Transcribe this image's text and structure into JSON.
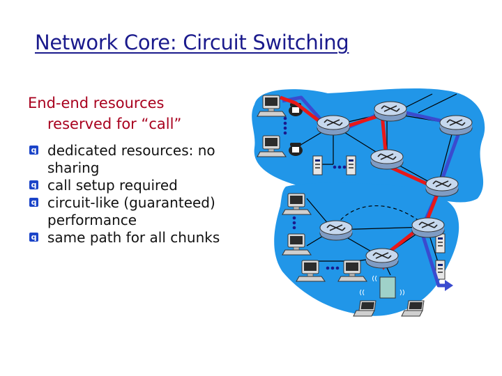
{
  "slide": {
    "title": "Network Core: Circuit Switching",
    "intro_line1": "End-end resources",
    "intro_line2": "reserved for “call”",
    "bullets": [
      {
        "line1": "dedicated resources: no",
        "line2": "sharing"
      },
      {
        "line1": "call setup required",
        "line2": ""
      },
      {
        "line1": "circuit-like (guaranteed)",
        "line2": "performance"
      },
      {
        "line1": "same path for all chunks",
        "line2": ""
      }
    ],
    "bullet_icon": "q-bullet-icon"
  },
  "diagram": {
    "colors": {
      "network_cloud": "#2196e8",
      "router": "#a9c4e4",
      "circuit_path_red": "#e81818",
      "circuit_path_blue": "#3a4bcf"
    },
    "icons": [
      "desktop-computer-icon",
      "telephone-icon",
      "server-tower-icon",
      "router-icon",
      "laptop-icon",
      "wireless-access-point-icon"
    ]
  }
}
